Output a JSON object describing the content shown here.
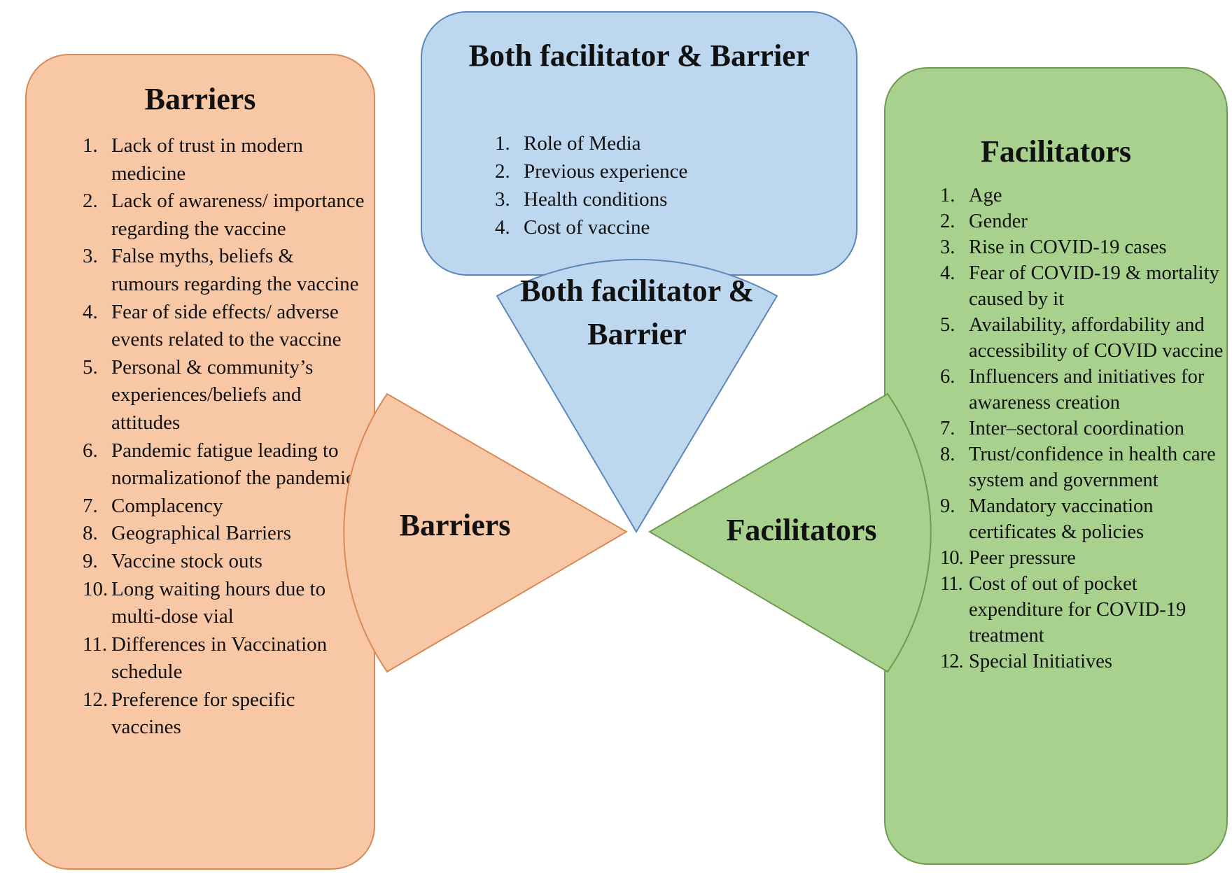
{
  "colors": {
    "barriers_fill": "#f7c7a6",
    "barriers_stroke": "#d98a57",
    "both_fill": "#bdd7ee",
    "both_stroke": "#5b87bd",
    "facilitators_fill": "#a9d18e",
    "facilitators_stroke": "#6e9b4f"
  },
  "barriers": {
    "title": "Barriers",
    "wedge_label": "Barriers",
    "items": [
      {
        "num": "1.",
        "text": "Lack of trust in modern medicine"
      },
      {
        "num": "2.",
        "text": "Lack of awareness/ importance regarding the vaccine"
      },
      {
        "num": "3.",
        "text": "False myths, beliefs & rumours regarding the vaccine"
      },
      {
        "num": "4.",
        "text": "Fear of side effects/ adverse events related to the vaccine"
      },
      {
        "num": "5.",
        "text": "Personal & community’s experiences/beliefs and attitudes"
      },
      {
        "num": "6.",
        "text": "Pandemic fatigue leading to normalizationof the pandemic"
      },
      {
        "num": "7.",
        "text": "Complacency"
      },
      {
        "num": "8.",
        "text": "Geographical Barriers"
      },
      {
        "num": "9.",
        "text": "Vaccine stock outs"
      },
      {
        "num": "10.",
        "text": "Long waiting hours due to multi-dose vial"
      },
      {
        "num": "11.",
        "text": "Differences in Vaccination schedule"
      },
      {
        "num": "12.",
        "text": "Preference for specific vaccines"
      }
    ]
  },
  "both": {
    "title": "Both facilitator & Barrier",
    "wedge_label": "Both facilitator & Barrier",
    "items": [
      {
        "num": "1.",
        "text": "Role of Media"
      },
      {
        "num": "2.",
        "text": "Previous experience"
      },
      {
        "num": "3.",
        "text": "Health conditions"
      },
      {
        "num": "4.",
        "text": "Cost of vaccine"
      }
    ]
  },
  "facilitators": {
    "title": "Facilitators",
    "wedge_label": "Facilitators",
    "items": [
      {
        "num": "1.",
        "text": "Age"
      },
      {
        "num": "2.",
        "text": "Gender"
      },
      {
        "num": "3.",
        "text": "Rise in COVID-19 cases"
      },
      {
        "num": "4.",
        "text": "Fear of COVID-19 & mortality caused by it"
      },
      {
        "num": "5.",
        "text": "Availability, affordability and accessibility of COVID vaccine"
      },
      {
        "num": "6.",
        "text": "Influencers and initiatives for awareness creation"
      },
      {
        "num": "7.",
        "text": "Inter–sectoral coordination"
      },
      {
        "num": "8.",
        "text": "Trust/confidence in health care system and government"
      },
      {
        "num": "9.",
        "text": "Mandatory vaccination certificates & policies"
      },
      {
        "num": "10.",
        "text": "Peer pressure"
      },
      {
        "num": "11.",
        "text": "Cost of out of pocket expenditure for COVID-19 treatment"
      },
      {
        "num": "12.",
        "text": "Special Initiatives"
      }
    ]
  }
}
